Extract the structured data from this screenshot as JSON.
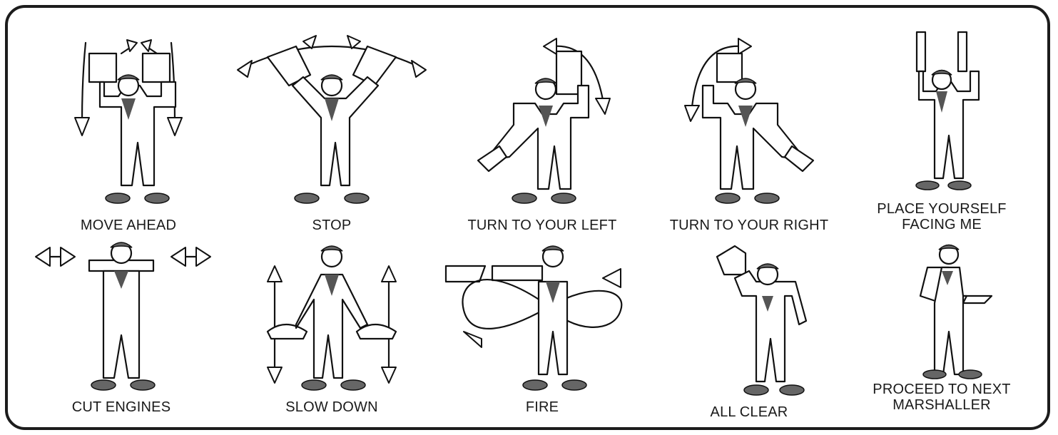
{
  "signals": [
    {
      "label": "MOVE AHEAD"
    },
    {
      "label": "STOP"
    },
    {
      "label": "TURN TO YOUR LEFT"
    },
    {
      "label": "TURN TO YOUR RIGHT"
    },
    {
      "label": "PLACE YOURSELF\nFACING ME"
    },
    {
      "label": "CUT ENGINES"
    },
    {
      "label": "SLOW DOWN"
    },
    {
      "label": "FIRE"
    },
    {
      "label": "ALL CLEAR"
    },
    {
      "label": "PROCEED TO NEXT\nMARSHALLER"
    }
  ],
  "colors": {
    "border": "#1c1c1c",
    "shade": "#666666",
    "ink": "#111111"
  }
}
